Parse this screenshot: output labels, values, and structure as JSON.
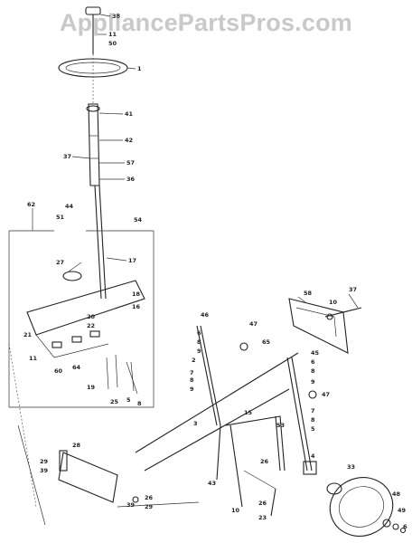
{
  "watermark": "AppliancePartsPros.com",
  "callouts": [
    {
      "id": "c-38",
      "text": "38"
    },
    {
      "id": "c-11",
      "text": "11"
    },
    {
      "id": "c-50",
      "text": "50"
    },
    {
      "id": "c-1",
      "text": "1"
    },
    {
      "id": "c-41",
      "text": "41"
    },
    {
      "id": "c-42",
      "text": "42"
    },
    {
      "id": "c-37a",
      "text": "37"
    },
    {
      "id": "c-57",
      "text": "57"
    },
    {
      "id": "c-36",
      "text": "36"
    },
    {
      "id": "c-62",
      "text": "62"
    },
    {
      "id": "c-44",
      "text": "44"
    },
    {
      "id": "c-51",
      "text": "51"
    },
    {
      "id": "c-54",
      "text": "54"
    },
    {
      "id": "c-27",
      "text": "27"
    },
    {
      "id": "c-17",
      "text": "17"
    },
    {
      "id": "c-18",
      "text": "18"
    },
    {
      "id": "c-16",
      "text": "16"
    },
    {
      "id": "c-20",
      "text": "20"
    },
    {
      "id": "c-22",
      "text": "22"
    },
    {
      "id": "c-21",
      "text": "21"
    },
    {
      "id": "c-11b",
      "text": "11"
    },
    {
      "id": "c-60",
      "text": "60"
    },
    {
      "id": "c-64",
      "text": "64"
    },
    {
      "id": "c-19",
      "text": "19"
    },
    {
      "id": "c-25",
      "text": "25"
    },
    {
      "id": "c-5",
      "text": "5"
    },
    {
      "id": "c-8",
      "text": "8"
    },
    {
      "id": "c-58",
      "text": "58"
    },
    {
      "id": "c-10",
      "text": "10"
    },
    {
      "id": "c-37b",
      "text": "37"
    },
    {
      "id": "c-46",
      "text": "46"
    },
    {
      "id": "c-47a",
      "text": "47"
    },
    {
      "id": "c-6a",
      "text": "6"
    },
    {
      "id": "c-8a",
      "text": "8"
    },
    {
      "id": "c-9a",
      "text": "9"
    },
    {
      "id": "c-65",
      "text": "65"
    },
    {
      "id": "c-2",
      "text": "2"
    },
    {
      "id": "c-7a",
      "text": "7"
    },
    {
      "id": "c-8b",
      "text": "8"
    },
    {
      "id": "c-9b",
      "text": "9"
    },
    {
      "id": "c-45",
      "text": "45"
    },
    {
      "id": "c-6b",
      "text": "6"
    },
    {
      "id": "c-8c",
      "text": "8"
    },
    {
      "id": "c-9c",
      "text": "9"
    },
    {
      "id": "c-47b",
      "text": "47"
    },
    {
      "id": "c-15",
      "text": "15"
    },
    {
      "id": "c-7b",
      "text": "7"
    },
    {
      "id": "c-8d",
      "text": "8"
    },
    {
      "id": "c-5b",
      "text": "5"
    },
    {
      "id": "c-3",
      "text": "3"
    },
    {
      "id": "c-53",
      "text": "53"
    },
    {
      "id": "c-26a",
      "text": "26"
    },
    {
      "id": "c-4",
      "text": "4"
    },
    {
      "id": "c-28",
      "text": "28"
    },
    {
      "id": "c-29a",
      "text": "29"
    },
    {
      "id": "c-39a",
      "text": "39"
    },
    {
      "id": "c-43",
      "text": "43"
    },
    {
      "id": "c-26b",
      "text": "26"
    },
    {
      "id": "c-29b",
      "text": "29"
    },
    {
      "id": "c-39b",
      "text": "39"
    },
    {
      "id": "c-10b",
      "text": "10"
    },
    {
      "id": "c-26c",
      "text": "26"
    },
    {
      "id": "c-23",
      "text": "23"
    },
    {
      "id": "c-33",
      "text": "33"
    },
    {
      "id": "c-48",
      "text": "48"
    },
    {
      "id": "c-49",
      "text": "49"
    },
    {
      "id": "c-6c",
      "text": "6"
    }
  ]
}
